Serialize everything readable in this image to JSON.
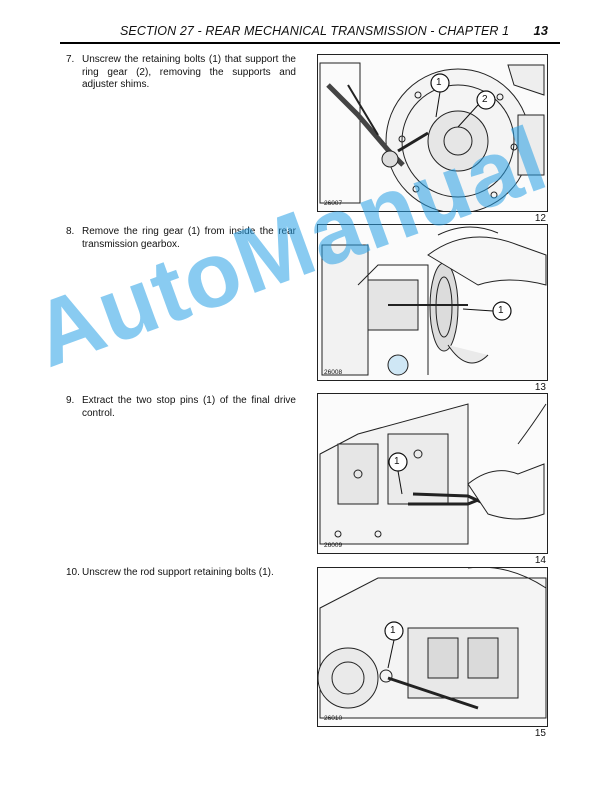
{
  "header": {
    "title": "SECTION 27 - REAR MECHANICAL TRANSMISSION - CHAPTER 1",
    "page_number": "13"
  },
  "steps": [
    {
      "num": "7.",
      "text": "Unscrew the retaining bolts (1) that support the ring gear (2), removing the supports and adjuster shims."
    },
    {
      "num": "8.",
      "text": "Remove the ring gear (1) from inside the rear transmission gearbox."
    },
    {
      "num": "9.",
      "text": "Extract the two stop pins (1) of the final drive control."
    },
    {
      "num": "10.",
      "text": "Unscrew the rod support retaining bolts (1)."
    }
  ],
  "figures": [
    {
      "code": "26007",
      "number": "12",
      "callouts": [
        "1",
        "2"
      ]
    },
    {
      "code": "26008",
      "number": "13",
      "callouts": [
        "1"
      ]
    },
    {
      "code": "26009",
      "number": "14",
      "callouts": [
        "1"
      ]
    },
    {
      "code": "26010",
      "number": "15",
      "callouts": [
        "1"
      ]
    }
  ],
  "watermark": "AutoManual"
}
